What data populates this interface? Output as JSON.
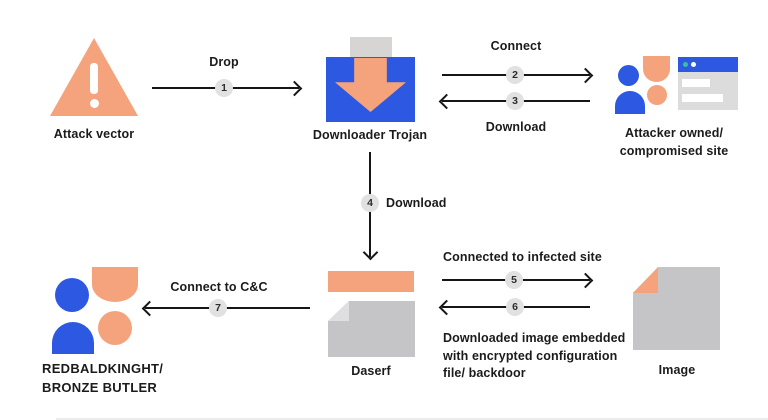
{
  "diagram": {
    "title_implicit": "",
    "nodes": {
      "attack_vector": {
        "label": "Attack vector",
        "icon": "warning-triangle-icon"
      },
      "downloader_trojan": {
        "label": "Downloader Trojan",
        "icon": "download-box-icon"
      },
      "attacker_site": {
        "label1": "Attacker owned/",
        "label2": "compromised site",
        "icon": "user-group-and-browser-icon"
      },
      "daserf": {
        "label": "Daserf",
        "icon": "document-with-bar-icon"
      },
      "image": {
        "label": "Image",
        "icon": "image-file-icon"
      },
      "threat_actor": {
        "label1": "REDBALDKINGHT/",
        "label2": "BRONZE BUTLER",
        "icon": "user-group-icon"
      }
    },
    "steps": {
      "s1": {
        "num": "1",
        "label": "Drop",
        "direction": "right"
      },
      "s2": {
        "num": "2",
        "label": "Connect",
        "direction": "right"
      },
      "s3": {
        "num": "3",
        "label": "Download",
        "direction": "left"
      },
      "s4": {
        "num": "4",
        "label": "Download",
        "direction": "down"
      },
      "s5": {
        "num": "5",
        "label": "Connected to infected site",
        "direction": "right"
      },
      "s6": {
        "num": "6",
        "label1": "Downloaded image embedded",
        "label2": "with encrypted configuration",
        "label3": "file/ backdoor",
        "direction": "left"
      },
      "s7": {
        "num": "7",
        "label": "Connect to C&C",
        "direction": "left"
      }
    },
    "colors": {
      "orange": "#F5A37C",
      "blue": "#2D59E2",
      "teal_dot": "#3EBD9E",
      "doc_gray": "#C5C5C7",
      "fold_light_gray": "#DFDFE1",
      "tab_gray": "#D6D5D3",
      "browser_body_gray": "#DCDCDC",
      "badge_gray": "#E1E1E1",
      "arrow_black": "#161616",
      "text_black": "#1B1B1B"
    }
  }
}
